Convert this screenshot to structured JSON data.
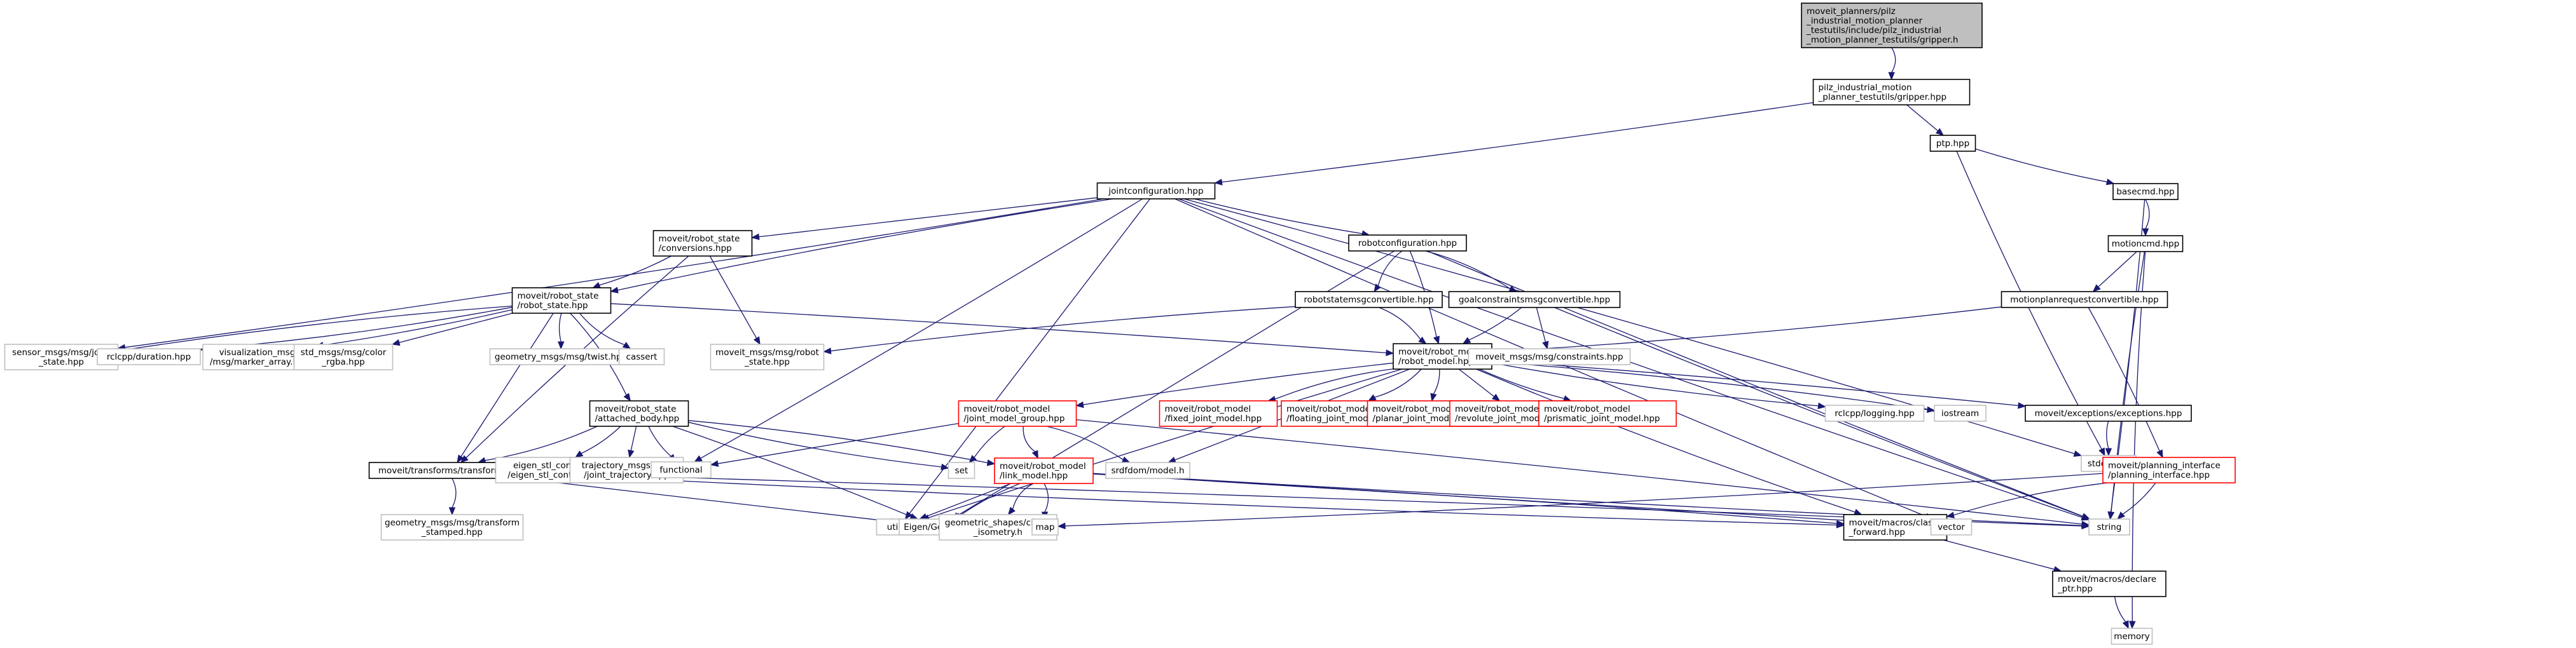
{
  "diagram": {
    "type": "include-dependency-graph",
    "colors": {
      "edge": "#191970",
      "root_fill": "#bfbfbf",
      "documented_border": "#000000",
      "external_border": "#bfbfbf",
      "truncated_border": "#ff0000"
    },
    "nodes": [
      {
        "id": "gripper_h",
        "kind": "root",
        "lines": [
          "moveit_planners/pilz",
          "_industrial_motion_planner",
          "_testutils/include/pilz_industrial",
          "_motion_planner_testutils/gripper.h"
        ]
      },
      {
        "id": "gripper_hpp",
        "kind": "normal",
        "lines": [
          "pilz_industrial_motion",
          "_planner_testutils/gripper.hpp"
        ]
      },
      {
        "id": "jointconfiguration",
        "kind": "normal",
        "lines": [
          "jointconfiguration.hpp"
        ]
      },
      {
        "id": "ptp",
        "kind": "normal",
        "lines": [
          "ptp.hpp"
        ]
      },
      {
        "id": "basecmd",
        "kind": "normal",
        "lines": [
          "basecmd.hpp"
        ]
      },
      {
        "id": "motioncmd",
        "kind": "normal",
        "lines": [
          "motioncmd.hpp"
        ]
      },
      {
        "id": "conversions",
        "kind": "normal",
        "lines": [
          "moveit/robot_state",
          "/conversions.hpp"
        ]
      },
      {
        "id": "robotconfiguration",
        "kind": "normal",
        "lines": [
          "robotconfiguration.hpp"
        ]
      },
      {
        "id": "robot_state",
        "kind": "normal",
        "lines": [
          "moveit/robot_state",
          "/robot_state.hpp"
        ]
      },
      {
        "id": "robotstatemsgconvertible",
        "kind": "normal",
        "lines": [
          "robotstatemsgconvertible.hpp"
        ]
      },
      {
        "id": "goalconstraintsmsgconvertible",
        "kind": "normal",
        "lines": [
          "goalconstraintsmsgconvertible.hpp"
        ]
      },
      {
        "id": "motionplanrequestconvertible",
        "kind": "normal",
        "lines": [
          "motionplanrequestconvertible.hpp"
        ]
      },
      {
        "id": "joint_state",
        "kind": "external",
        "lines": [
          "sensor_msgs/msg/joint",
          "_state.hpp"
        ]
      },
      {
        "id": "duration",
        "kind": "external",
        "lines": [
          "rclcpp/duration.hpp"
        ]
      },
      {
        "id": "marker_array",
        "kind": "external",
        "lines": [
          "visualization_msgs",
          "/msg/marker_array.hpp"
        ]
      },
      {
        "id": "color_rgba",
        "kind": "external",
        "lines": [
          "std_msgs/msg/color",
          "_rgba.hpp"
        ]
      },
      {
        "id": "twist",
        "kind": "external",
        "lines": [
          "geometry_msgs/msg/twist.hpp"
        ]
      },
      {
        "id": "cassert",
        "kind": "external",
        "lines": [
          "cassert"
        ]
      },
      {
        "id": "robot_state_msg",
        "kind": "external",
        "lines": [
          "moveit_msgs/msg/robot",
          "_state.hpp"
        ]
      },
      {
        "id": "robot_model",
        "kind": "normal",
        "lines": [
          "moveit/robot_model",
          "/robot_model.hpp"
        ]
      },
      {
        "id": "constraints",
        "kind": "external",
        "lines": [
          "moveit_msgs/msg/constraints.hpp"
        ]
      },
      {
        "id": "attached_body",
        "kind": "normal",
        "lines": [
          "moveit/robot_state",
          "/attached_body.hpp"
        ]
      },
      {
        "id": "joint_model_group",
        "kind": "truncated",
        "lines": [
          "moveit/robot_model",
          "/joint_model_group.hpp"
        ]
      },
      {
        "id": "fixed_joint_model",
        "kind": "truncated",
        "lines": [
          "moveit/robot_model",
          "/fixed_joint_model.hpp"
        ]
      },
      {
        "id": "floating_joint_model",
        "kind": "truncated",
        "lines": [
          "moveit/robot_model",
          "/floating_joint_model.hpp"
        ]
      },
      {
        "id": "planar_joint_model",
        "kind": "truncated",
        "lines": [
          "moveit/robot_model",
          "/planar_joint_model.hpp"
        ]
      },
      {
        "id": "revolute_joint_model",
        "kind": "truncated",
        "lines": [
          "moveit/robot_model",
          "/revolute_joint_model.hpp"
        ]
      },
      {
        "id": "prismatic_joint_model",
        "kind": "truncated",
        "lines": [
          "moveit/robot_model",
          "/prismatic_joint_model.hpp"
        ]
      },
      {
        "id": "logging",
        "kind": "external",
        "lines": [
          "rclcpp/logging.hpp"
        ]
      },
      {
        "id": "iostream",
        "kind": "external",
        "lines": [
          "iostream"
        ]
      },
      {
        "id": "exceptions",
        "kind": "normal",
        "lines": [
          "moveit/exceptions/exceptions.hpp"
        ]
      },
      {
        "id": "transforms",
        "kind": "normal",
        "lines": [
          "moveit/transforms/transforms.hpp"
        ]
      },
      {
        "id": "eigen_stl",
        "kind": "external",
        "lines": [
          "eigen_stl_containers",
          "/eigen_stl_containers.h"
        ]
      },
      {
        "id": "joint_trajectory",
        "kind": "external",
        "lines": [
          "trajectory_msgs/msg",
          "/joint_trajectory.hpp"
        ]
      },
      {
        "id": "functional",
        "kind": "external",
        "lines": [
          "functional"
        ]
      },
      {
        "id": "set",
        "kind": "external",
        "lines": [
          "set"
        ]
      },
      {
        "id": "link_model",
        "kind": "truncated",
        "lines": [
          "moveit/robot_model",
          "/link_model.hpp"
        ]
      },
      {
        "id": "srdf_model",
        "kind": "external",
        "lines": [
          "srdfdom/model.h"
        ]
      },
      {
        "id": "stdexcept",
        "kind": "external",
        "lines": [
          "stdexcept"
        ]
      },
      {
        "id": "planning_interface",
        "kind": "truncated",
        "lines": [
          "moveit/planning_interface",
          "/planning_interface.hpp"
        ]
      },
      {
        "id": "transform_stamped",
        "kind": "external",
        "lines": [
          "geometry_msgs/msg/transform",
          "_stamped.hpp"
        ]
      },
      {
        "id": "utility",
        "kind": "external",
        "lines": [
          "utility"
        ]
      },
      {
        "id": "eigen_geometry",
        "kind": "external",
        "lines": [
          "Eigen/Geometry"
        ]
      },
      {
        "id": "check_isometry",
        "kind": "external",
        "lines": [
          "geometric_shapes/check",
          "_isometry.h"
        ]
      },
      {
        "id": "map",
        "kind": "external",
        "lines": [
          "map"
        ]
      },
      {
        "id": "class_forward",
        "kind": "normal",
        "lines": [
          "moveit/macros/class",
          "_forward.hpp"
        ]
      },
      {
        "id": "vector",
        "kind": "external",
        "lines": [
          "vector"
        ]
      },
      {
        "id": "string",
        "kind": "external",
        "lines": [
          "string"
        ]
      },
      {
        "id": "declare_ptr",
        "kind": "normal",
        "lines": [
          "moveit/macros/declare",
          "_ptr.hpp"
        ]
      },
      {
        "id": "memory",
        "kind": "external",
        "lines": [
          "memory"
        ]
      }
    ],
    "edges": [
      [
        "gripper_h",
        "gripper_hpp"
      ],
      [
        "gripper_hpp",
        "jointconfiguration"
      ],
      [
        "gripper_hpp",
        "ptp"
      ],
      [
        "ptp",
        "basecmd"
      ],
      [
        "ptp",
        "stdexcept"
      ],
      [
        "basecmd",
        "motioncmd"
      ],
      [
        "basecmd",
        "string"
      ],
      [
        "motioncmd",
        "motionplanrequestconvertible"
      ],
      [
        "motioncmd",
        "string"
      ],
      [
        "motioncmd",
        "memory"
      ],
      [
        "motionplanrequestconvertible",
        "robot_model"
      ],
      [
        "motionplanrequestconvertible",
        "planning_interface"
      ],
      [
        "jointconfiguration",
        "conversions"
      ],
      [
        "jointconfiguration",
        "robotconfiguration"
      ],
      [
        "jointconfiguration",
        "robot_state"
      ],
      [
        "jointconfiguration",
        "joint_state"
      ],
      [
        "jointconfiguration",
        "functional"
      ],
      [
        "jointconfiguration",
        "utility"
      ],
      [
        "jointconfiguration",
        "vector"
      ],
      [
        "jointconfiguration",
        "string"
      ],
      [
        "jointconfiguration",
        "stdexcept"
      ],
      [
        "conversions",
        "robot_state"
      ],
      [
        "conversions",
        "robot_state_msg"
      ],
      [
        "conversions",
        "transforms"
      ],
      [
        "robotconfiguration",
        "robotstatemsgconvertible"
      ],
      [
        "robotconfiguration",
        "goalconstraintsmsgconvertible"
      ],
      [
        "robotconfiguration",
        "robot_model"
      ],
      [
        "robotconfiguration",
        "eigen_geometry"
      ],
      [
        "robotconfiguration",
        "string"
      ],
      [
        "robotstatemsgconvertible",
        "robot_state_msg"
      ],
      [
        "robotstatemsgconvertible",
        "robot_model"
      ],
      [
        "goalconstraintsmsgconvertible",
        "robot_model"
      ],
      [
        "goalconstraintsmsgconvertible",
        "constraints"
      ],
      [
        "goalconstraintsmsgconvertible",
        "string"
      ],
      [
        "robot_state",
        "joint_state"
      ],
      [
        "robot_state",
        "duration"
      ],
      [
        "robot_state",
        "marker_array"
      ],
      [
        "robot_state",
        "color_rgba"
      ],
      [
        "robot_state",
        "twist"
      ],
      [
        "robot_state",
        "cassert"
      ],
      [
        "robot_state",
        "attached_body"
      ],
      [
        "robot_state",
        "robot_model"
      ],
      [
        "robot_state",
        "transforms"
      ],
      [
        "robot_model",
        "joint_model_group"
      ],
      [
        "robot_model",
        "fixed_joint_model"
      ],
      [
        "robot_model",
        "floating_joint_model"
      ],
      [
        "robot_model",
        "planar_joint_model"
      ],
      [
        "robot_model",
        "revolute_joint_model"
      ],
      [
        "robot_model",
        "prismatic_joint_model"
      ],
      [
        "robot_model",
        "logging"
      ],
      [
        "robot_model",
        "iostream"
      ],
      [
        "robot_model",
        "exceptions"
      ],
      [
        "robot_model",
        "srdf_model"
      ],
      [
        "robot_model",
        "utility"
      ],
      [
        "robot_model",
        "class_forward"
      ],
      [
        "attached_body",
        "transforms"
      ],
      [
        "attached_body",
        "eigen_stl"
      ],
      [
        "attached_body",
        "joint_trajectory"
      ],
      [
        "attached_body",
        "functional"
      ],
      [
        "attached_body",
        "set"
      ],
      [
        "attached_body",
        "link_model"
      ],
      [
        "attached_body",
        "eigen_geometry"
      ],
      [
        "joint_model_group",
        "functional"
      ],
      [
        "joint_model_group",
        "set"
      ],
      [
        "joint_model_group",
        "link_model"
      ],
      [
        "joint_model_group",
        "srdf_model"
      ],
      [
        "joint_model_group",
        "string"
      ],
      [
        "link_model",
        "utility"
      ],
      [
        "link_model",
        "eigen_geometry"
      ],
      [
        "link_model",
        "check_isometry"
      ],
      [
        "link_model",
        "map"
      ],
      [
        "link_model",
        "class_forward"
      ],
      [
        "link_model",
        "vector"
      ],
      [
        "link_model",
        "string"
      ],
      [
        "transforms",
        "class_forward"
      ],
      [
        "transforms",
        "transform_stamped"
      ],
      [
        "transforms",
        "string"
      ],
      [
        "transforms",
        "eigen_geometry"
      ],
      [
        "exceptions",
        "stdexcept"
      ],
      [
        "planning_interface",
        "class_forward"
      ],
      [
        "planning_interface",
        "map"
      ],
      [
        "planning_interface",
        "string"
      ],
      [
        "class_forward",
        "declare_ptr"
      ],
      [
        "declare_ptr",
        "memory"
      ]
    ]
  }
}
